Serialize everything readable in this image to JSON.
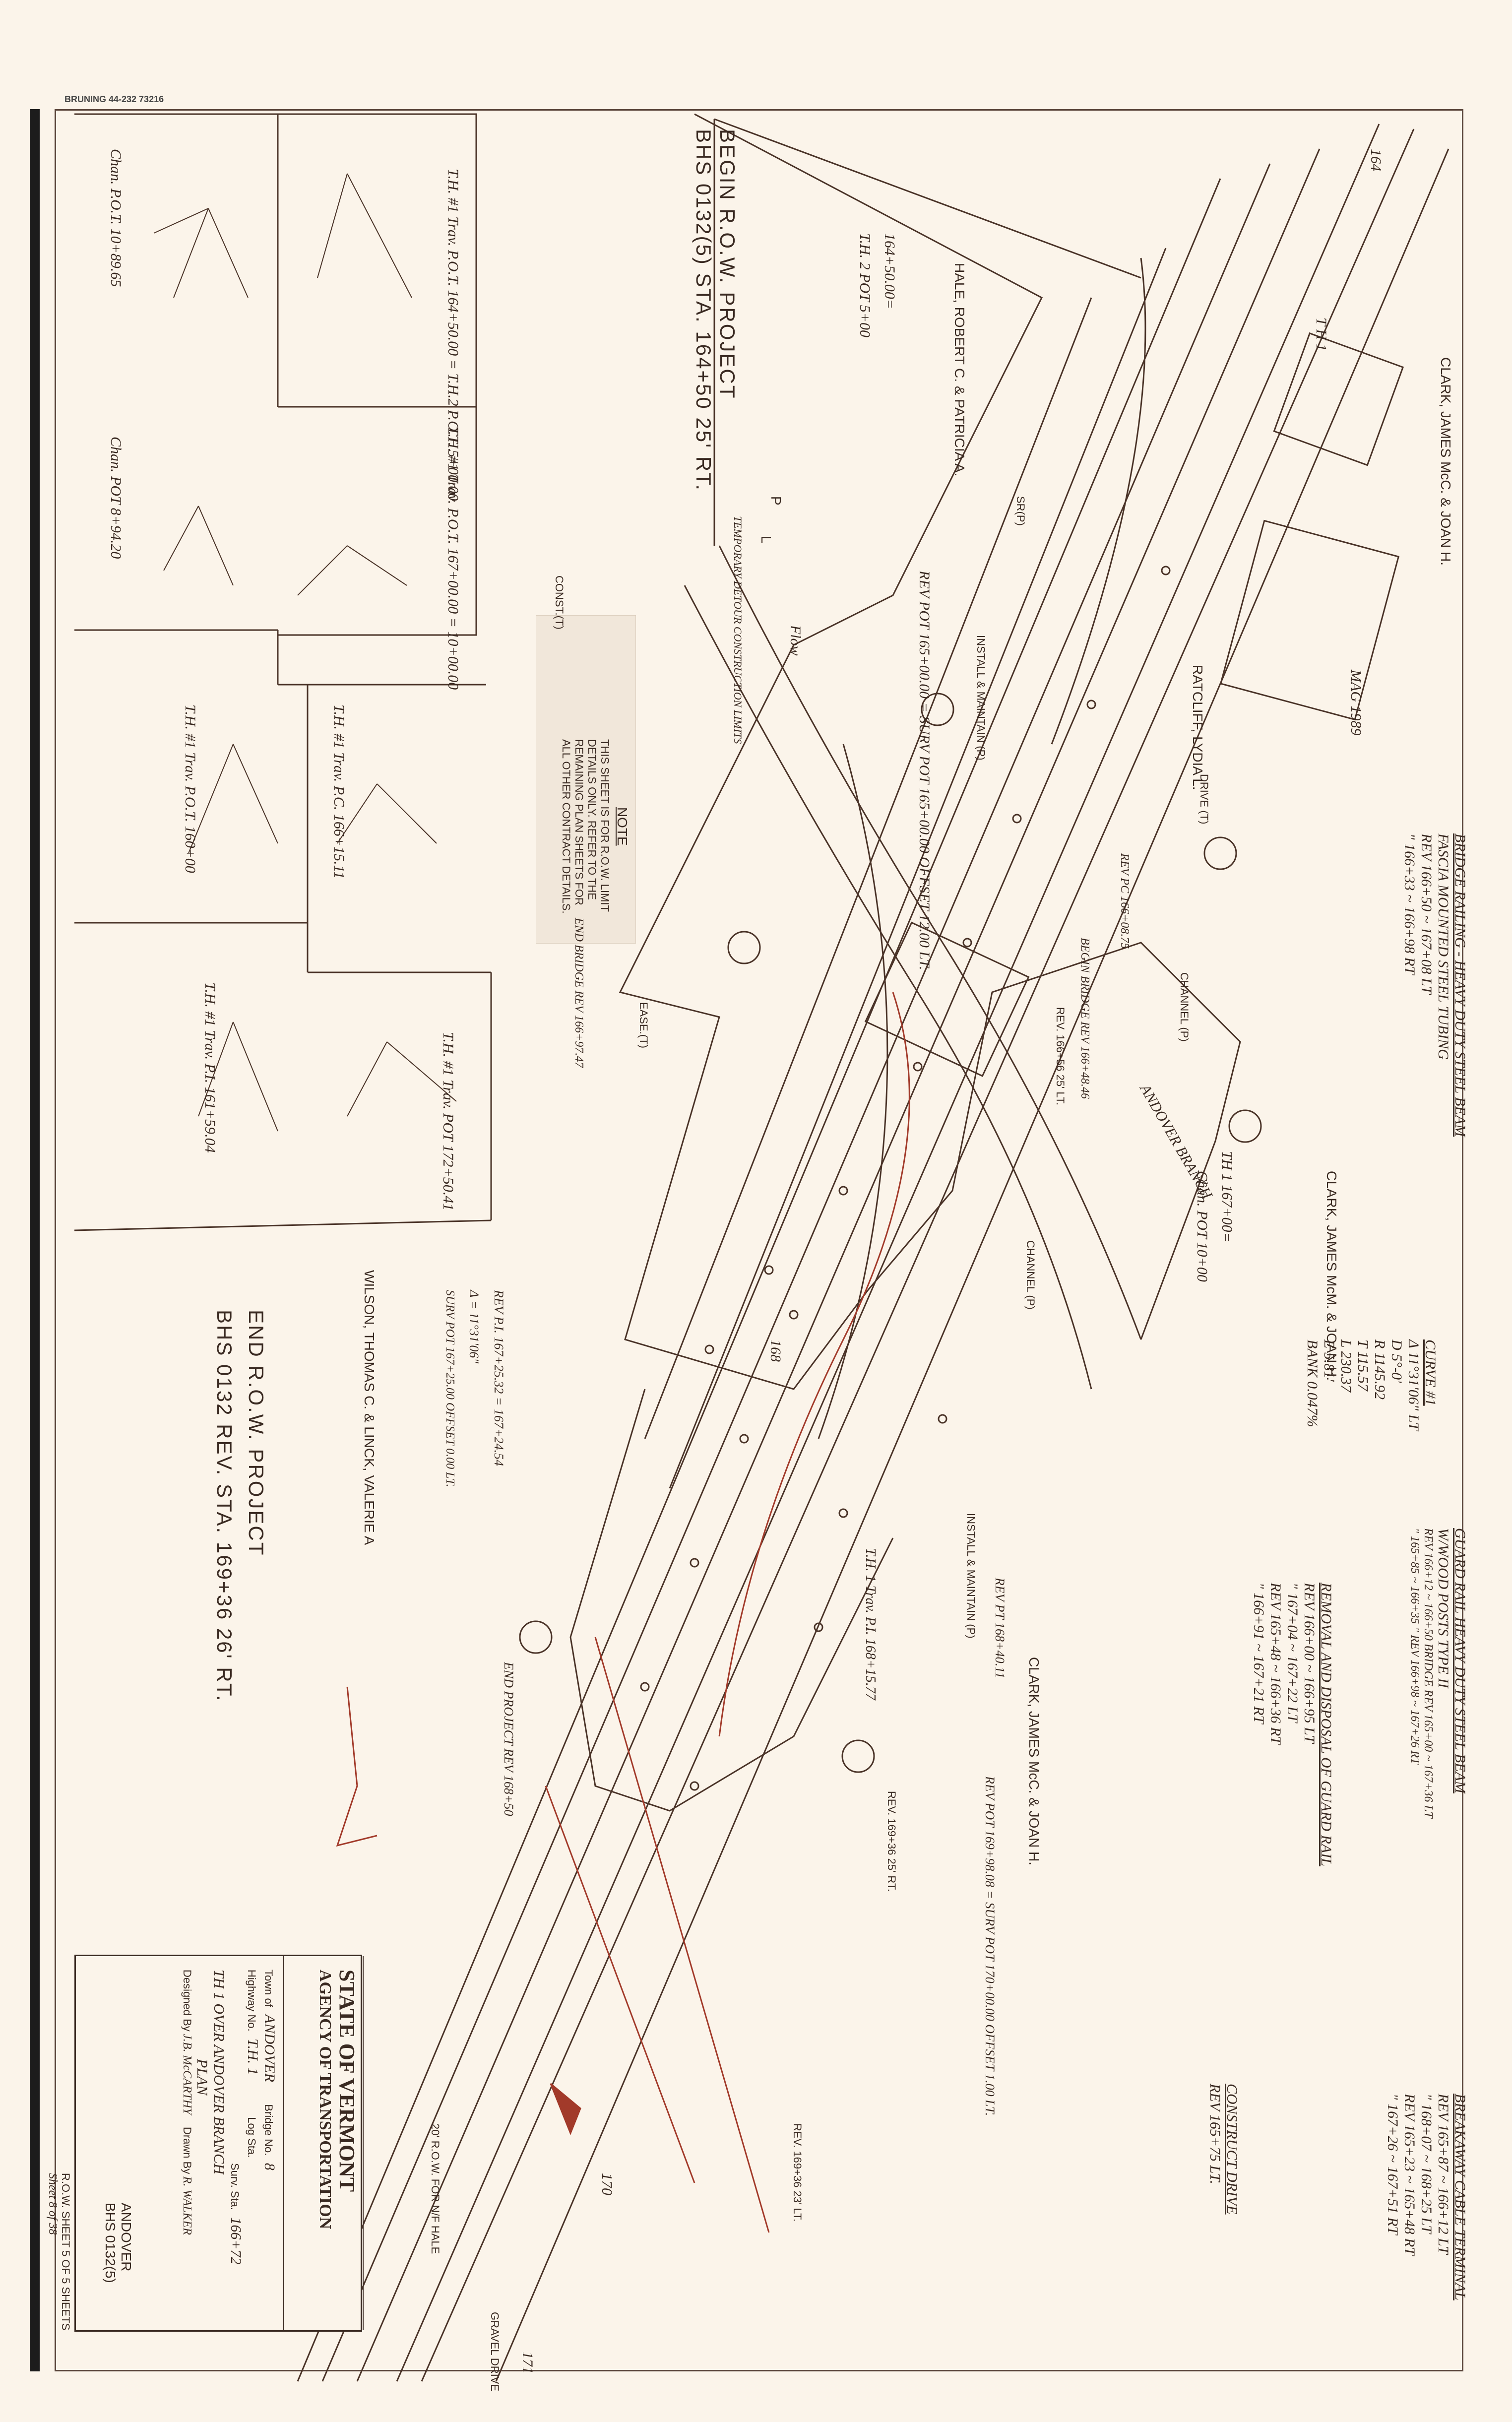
{
  "stamp": "BRUNING 44-232 73216",
  "begin_project": {
    "line1": "BEGIN R.O.W. PROJECT",
    "line2": "BHS 0132(5) STA. 164+50 25' RT."
  },
  "end_project": {
    "line1": "END R.O.W. PROJECT",
    "line2": "BHS 0132 REV. STA. 169+36 26' RT."
  },
  "note": {
    "title": "NOTE",
    "l1": "THIS SHEET IS FOR R.O.W. LIMIT",
    "l2": "DETAILS ONLY. REFER TO THE",
    "l3": "REMAINING PLAN SHEETS FOR",
    "l4": "ALL OTHER CONTRACT DETAILS."
  },
  "owners": {
    "clark_top": "CLARK, JAMES McC. & JOAN H.",
    "ratcliff": "RATCLIFF, LYDIA L.",
    "clark_mid": "CLARK, JAMES McM. & JOAN H.",
    "clark_bottom": "CLARK, JAMES McC. & JOAN H.",
    "hale": "HALE, ROBERT C. & PATRICIA A.",
    "wilson": "WILSON, THOMAS C. & LINCK, VALERIE A"
  },
  "labels": {
    "th1": "T H 1",
    "andover_branch": "ANDOVER BRANCH",
    "th2_pot": "T.H. 2 POT 5+00",
    "th2_sta": "164+50.00=",
    "th1_167": "TH 1 167+00=",
    "chan_pot": "Chan. POT 10+00",
    "channel": "CHANNEL (P)",
    "const": "CONST.(T)",
    "srip": "SR(P)",
    "ease": "EASE.(T)",
    "drive": "DRIVE (T)",
    "install_maintain": "INSTALL & MAINTAIN (P)",
    "rev_pot": "REV POT 165+00.00 = SURV POT 165+00.00 OFFSET 12.00 LT.",
    "temp_detour": "TEMPORARY DETOUR CONSTRUCTION LIMITS",
    "end_bridge": "END BRIDGE REV 166+97.47",
    "begin_bridge": "BEGIN BRIDGE REV 166+48.46",
    "rev_pc": "REV PC 166+08.75",
    "rev_pi": "REV P.I. 167+25.32 = 167+24.54",
    "delta_pi": "Δ = 11°31'06\"",
    "surv_pot": "SURV POT 167+25.00 OFFSET 0.00 LT.",
    "rev_pt": "REV PT 168+40.11",
    "th1_pi": "T.H. 1 Trav. P.I. 168+15.77",
    "rev_pot_b": "REV POT 169+98.08 = SURV POT 170+00.00 OFFSET 1.00 LT.",
    "rev_166": "REV. 166+56 25' LT.",
    "rev_169_25": "REV. 169+36 25' RT.",
    "rev_169_23": "REV. 169+36 23' LT.",
    "end_project_rev": "END PROJECT REV 168+50",
    "row_note": "20' R.O.W. FOR N/F HALE",
    "gravel": "GRAVEL DRIVE",
    "sta_164": "164",
    "sta_170": "170",
    "sta_171": "171",
    "sta_168": "168",
    "mag": "MAG 1989",
    "flow": "Flow",
    "p": "P",
    "l": "L"
  },
  "curve": {
    "title": "CURVE #1",
    "delta": "Δ  11°31'06\" LT",
    "d": "D  5°-0'",
    "r": "R  1145.92",
    "t": "T  115.57",
    "l": "L  230.37",
    "e": "E  5.81'",
    "bank": "BANK  0.047%"
  },
  "notes_right": {
    "bridge_railing": "BRIDGE RAILING - HEAVY DUTY STEEL BEAM",
    "bridge_railing2": "FASCIA MOUNTED STEEL TUBING",
    "br1": "REV 166+50 ~ 167+08 LT",
    "br2": "\" 166+33 ~ 166+98 RT",
    "guard_rail": "GUARD RAIL HEAVY DUTY STEEL BEAM",
    "guard_rail2": "W/WOOD POSTS TYPE II",
    "gr1": "REV 166+12 ~ 166+50 BRIDGE REV 165+00 ~ 167+36 LT",
    "gr2": "\" 165+85 ~ 166+35 \" REV 166+98 ~ 167+26 RT",
    "removal": "REMOVAL AND DISPOSAL OF GUARD RAIL",
    "rm1": "REV 166+00 ~ 166+95 LT",
    "rm2": "\" 167+04 ~ 167+22 LT",
    "rm3": "REV 165+48 ~ 166+36 RT",
    "rm4": "\" 166+91 ~ 167+21 RT",
    "construct_drive": "CONSTRUCT DRIVE",
    "cd1": "REV 165+75 LT.",
    "breakaway": "BREAKAWAY CABLE TERMINAL",
    "bk1": "REV 165+87 ~ 166+12 LT",
    "bk2": "\" 168+07 ~ 168+25 LT",
    "bk3": "REV 165+23 ~ 165+48 RT",
    "bk4": "\" 167+26 ~ 167+51 RT"
  },
  "ties": [
    {
      "title": "Chan. P.O.T. 10+89.65"
    },
    {
      "title": "Chan. POT 8+94.20"
    },
    {
      "title": "T.H. #1 Trav. P.O.T. 164+50.00 = T.H.2 P.O.T. 5+00.00"
    },
    {
      "title": "T.H. #1 Trav. P.O.T. 167+00.00 = 10+00.00"
    },
    {
      "title": "T.H. #1 Trav. P.O.T. 160+00"
    },
    {
      "title": "T.H. #1 Trav. P.C. 166+15.11"
    },
    {
      "title": "T.H. #1 Trav. P.I. 161+59.04"
    },
    {
      "title": "T.H. #1 Trav. POT 172+50.41"
    }
  ],
  "title_block": {
    "state": "STATE OF VERMONT",
    "agency": "AGENCY OF TRANSPORTATION",
    "town_label": "Town of",
    "town": "ANDOVER",
    "bridge_label": "Bridge No.",
    "bridge": "8",
    "highway_label": "Highway No.",
    "highway": "T.H. 1",
    "log_label": "Log Sta.",
    "surv_label": "Surv. Sta.",
    "surv": "166+72",
    "desc": "TH 1 OVER ANDOVER BRANCH",
    "plan": "PLAN",
    "designed_label": "Designed By",
    "designed": "J.B. McCARTHY",
    "drawn_label": "Drawn By",
    "drawn": "R. WALKER"
  },
  "sheet_info": {
    "l1": "R.O.W. SHEET 5 OF 5 SHEETS",
    "l2": "Sheet 8 of 38",
    "town": "ANDOVER",
    "project": "BHS 0132(5)"
  },
  "colors": {
    "paper": "#fbf4ea",
    "ink": "#3a2a22",
    "red_ink": "#a23a2a"
  }
}
